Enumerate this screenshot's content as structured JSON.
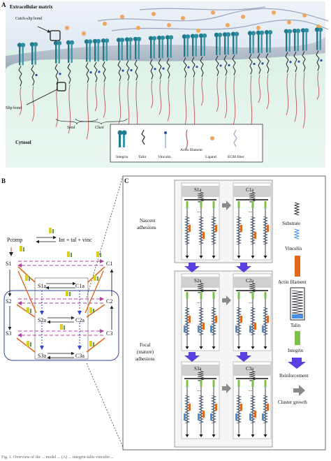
{
  "panel_a": {
    "letter": "A",
    "extracellular_label": "Extracellular matrix",
    "catch_slip_label": "Catch-slip bond",
    "slip_bond_label": "Slip bond",
    "seed_label": "Seed",
    "cluster_label": "Clust",
    "cytosol_label": "Cytosol",
    "legend": [
      "Integrin",
      "Talin",
      "Vinculin",
      "Actin filament",
      "Ligand",
      "ECM fiber"
    ]
  },
  "panel_b": {
    "letter": "B",
    "pcomp": "Pcomp",
    "reaction": "Int + tal + vinc",
    "nodes": {
      "S1": "S1",
      "C1": "C1",
      "S1a": "S1a",
      "C1a": "C1a",
      "S2": "S2",
      "C2": "C2",
      "S2a": "S2a",
      "C2a": "C2a",
      "S3": "S3",
      "C3": "C3",
      "S3a": "S3a",
      "C3a": "C3a"
    }
  },
  "panel_c": {
    "letter": "C",
    "nascent_label": "Nascent adhesions",
    "focal_label": "Focal (mature) adhesions",
    "box_labels": [
      "S1a",
      "C1a",
      "S2a",
      "C2a",
      "S3a",
      "C3a"
    ],
    "dots": "...",
    "legend": [
      "Substrate",
      "Vinculin",
      "Actin filament",
      "Talin",
      "Integrin",
      "Reinforcement",
      "Cluster growth"
    ]
  },
  "caption": "Fig. 1. Overview of the ... model ... (A) ... integrin-talin-vinculin ..."
}
